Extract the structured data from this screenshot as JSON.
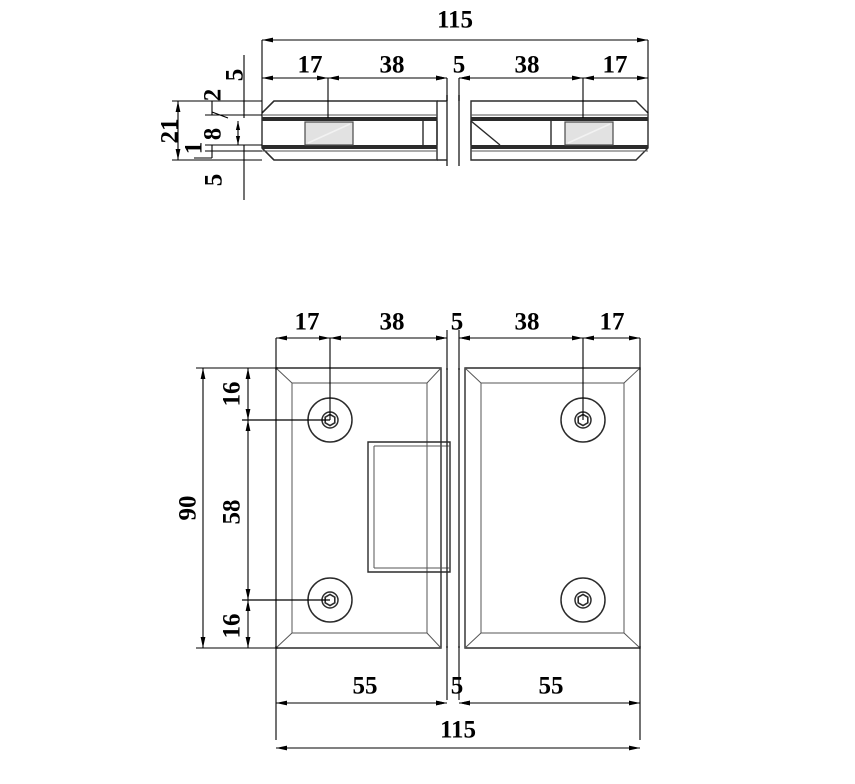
{
  "drawing": {
    "title": "Glass Door Hinge — Dimensioned Technical Drawing",
    "units": "mm",
    "line_color": "#2b2b2b",
    "dim_color": "#000000",
    "pad_color": "#e2e2e2",
    "background": "#ffffff"
  },
  "top_view": {
    "name": "side-section-view",
    "overall_width": "115",
    "horizontal_chain": [
      "17",
      "38",
      "5",
      "38",
      "17"
    ],
    "overall_height": "21",
    "vertical_chain_top": "5",
    "vertical_chain": [
      "2",
      "8",
      "1"
    ],
    "vertical_chain_bottom": "5"
  },
  "bottom_view": {
    "name": "face-plan-view",
    "horizontal_chain_top": [
      "17",
      "38",
      "5",
      "38",
      "17"
    ],
    "horizontal_chain_bottom": [
      "55",
      "5",
      "55"
    ],
    "overall_width": "115",
    "overall_height": "90",
    "vertical_chain": [
      "16",
      "58",
      "16"
    ]
  },
  "labels": {
    "d115_top": "115",
    "d17_a": "17",
    "d38_a": "38",
    "d5_a": "5",
    "d38_b": "38",
    "d17_b": "17",
    "d21": "21",
    "d5_top": "5",
    "d2": "2",
    "d8": "8",
    "d1": "1",
    "d5_bot": "5",
    "b17_a": "17",
    "b38_a": "38",
    "b5_a": "5",
    "b38_b": "38",
    "b17_b": "17",
    "d90": "90",
    "d16_a": "16",
    "d58": "58",
    "d16_b": "16",
    "d55_a": "55",
    "d5_b": "5",
    "d55_b": "55",
    "d115_bot": "115"
  }
}
